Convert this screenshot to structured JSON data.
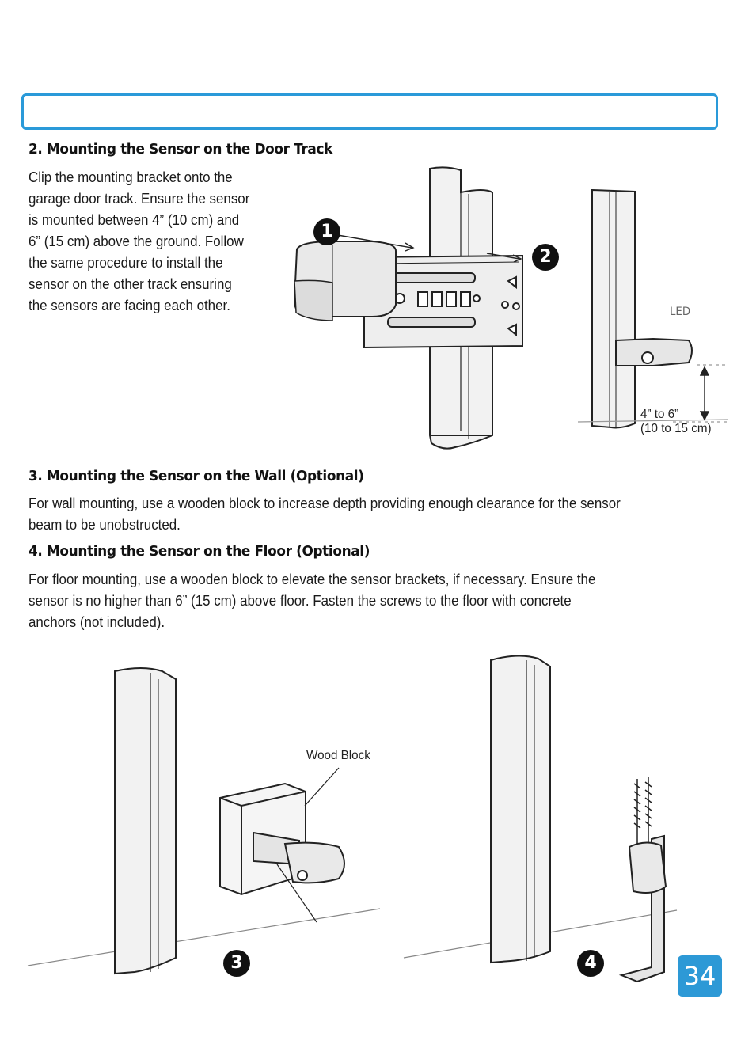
{
  "section2": {
    "heading": "2. Mounting the Sensor on the Door Track",
    "lines": [
      "Clip the mounting bracket onto the",
      "garage door track. Ensure the sensor",
      "is mounted between 4” (10 cm) and",
      "6” (15 cm) above the ground. Follow",
      "the same procedure to install the",
      "sensor on the other track ensuring",
      "the sensors are facing each other."
    ],
    "figure": {
      "step1": "1",
      "step2": "2",
      "led_label": "LED",
      "height_line1": "4” to 6”",
      "height_line2": "(10 to 15 cm)"
    }
  },
  "section3": {
    "heading": "3. Mounting the Sensor on the Wall (Optional)",
    "lines": [
      "For wall mounting, use a wooden block to increase depth providing enough clearance for the sensor",
      "beam to be unobstructed."
    ]
  },
  "section4": {
    "heading": "4. Mounting the Sensor on the Floor (Optional)",
    "lines": [
      "For floor mounting, use a wooden block to elevate the sensor brackets, if necessary. Ensure the",
      "sensor is no higher than 6” (15 cm) above floor. Fasten the screws to the floor with concrete",
      "anchors (not included)."
    ]
  },
  "figure_bottom": {
    "wood_block_label": "Wood Block",
    "step3": "3",
    "step4": "4"
  },
  "page_number": "34",
  "colors": {
    "accent": "#2a9ad9",
    "text": "#1a1a1a"
  }
}
